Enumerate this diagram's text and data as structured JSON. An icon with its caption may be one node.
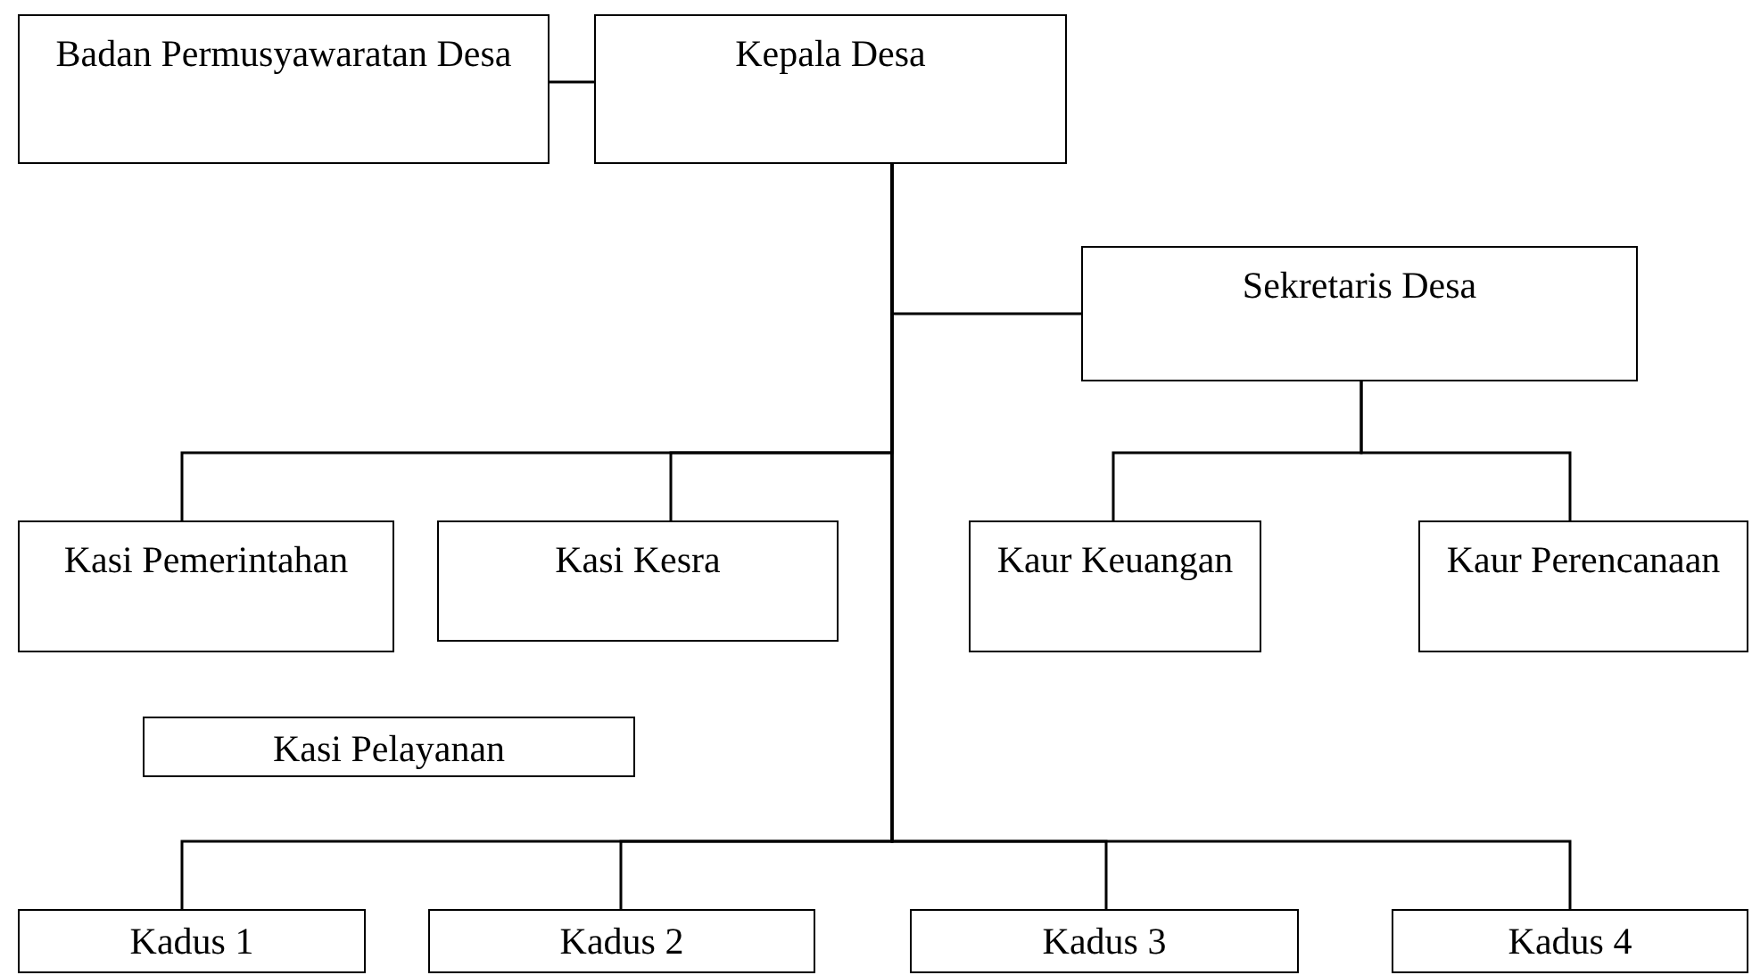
{
  "diagram": {
    "nodes": [
      {
        "text": [
          "Badan Permusyawaratan Desa"
        ]
      },
      {
        "text": [
          "Kepala Desa"
        ]
      },
      {
        "text": [
          "Sekretaris Desa"
        ]
      },
      {
        "text": [
          "Kasi Pemerintahan"
        ]
      },
      {
        "text": [
          "Kasi Kesra"
        ]
      },
      {
        "text": [
          "Kaur Keuangan"
        ]
      },
      {
        "text": [
          "Kaur Perencanaan"
        ]
      },
      {
        "text": [
          "Kasi Pelayanan"
        ]
      },
      {
        "text": [
          "Kadus 1"
        ]
      },
      {
        "text": [
          "Kadus 2"
        ]
      },
      {
        "text": [
          "Kadus 3"
        ]
      },
      {
        "text": [
          "Kadus 4"
        ]
      }
    ],
    "edges": [
      {
        "from": 0,
        "to": 1,
        "arrow": "none"
      },
      {
        "from": 1,
        "to": 2,
        "arrow": "none"
      },
      {
        "from": 1,
        "to": 3,
        "arrow": "none"
      },
      {
        "from": 1,
        "to": 4,
        "arrow": "none"
      },
      {
        "from": 2,
        "to": 5,
        "arrow": "none"
      },
      {
        "from": 2,
        "to": 6,
        "arrow": "none"
      },
      {
        "from": 1,
        "to": 8,
        "arrow": "none"
      },
      {
        "from": 1,
        "to": 9,
        "arrow": "none"
      },
      {
        "from": 1,
        "to": 10,
        "arrow": "none"
      },
      {
        "from": 1,
        "to": 11,
        "arrow": "none"
      }
    ]
  }
}
